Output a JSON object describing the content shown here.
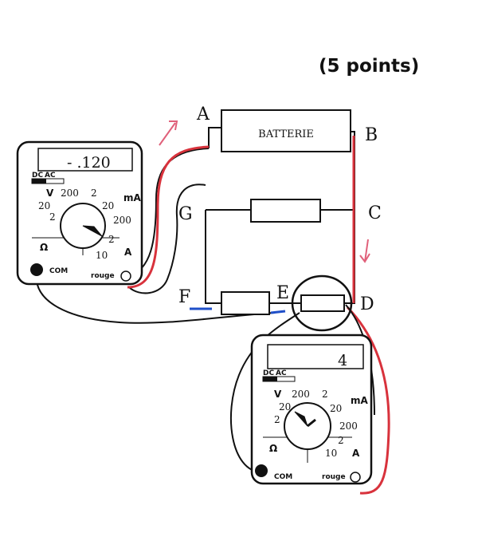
{
  "header": {
    "points": "(5 points)"
  },
  "circuit": {
    "battery_label": "BATTERIE",
    "nodes": {
      "A": "A",
      "B": "B",
      "C": "C",
      "D": "D",
      "E": "E",
      "F": "F",
      "G": "G"
    }
  },
  "multimeter_left": {
    "display": "- .120",
    "mode_dc": "DC",
    "mode_ac": "AC",
    "unit_v": "V",
    "unit_ma": "mA",
    "unit_ohm": "Ω",
    "unit_a": "A",
    "scales": {
      "s200a": "200",
      "s2a": "2",
      "s20a": "20",
      "s20b": "20",
      "s2b": "2",
      "s200b": "200",
      "s2c": "2",
      "s10": "10"
    },
    "com": "COM",
    "rouge": "rouge"
  },
  "multimeter_right": {
    "display": "4",
    "mode_dc": "DC",
    "mode_ac": "AC",
    "unit_v": "V",
    "unit_ma": "mA",
    "unit_ohm": "Ω",
    "unit_a": "A",
    "scales": {
      "s200a": "200",
      "s2a": "2",
      "s20a": "20",
      "s20b": "20",
      "s2b": "2",
      "s200b": "200",
      "s2c": "2",
      "s10": "10"
    },
    "com": "COM",
    "rouge": "rouge"
  },
  "colors": {
    "red_wire": "#d8323c",
    "blue_mark": "#1f4fc9",
    "pink_arrow": "#e0607a",
    "ink": "#111111"
  }
}
